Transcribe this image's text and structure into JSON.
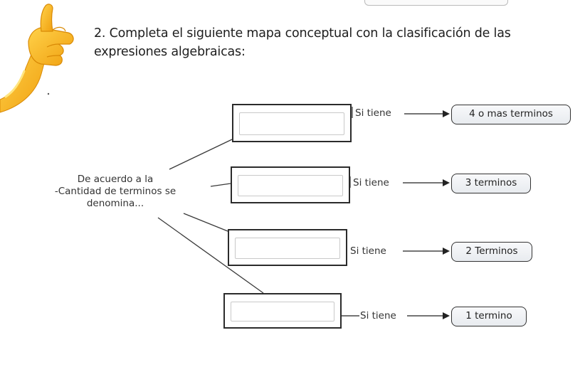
{
  "question": {
    "text": "2. Completa el siguiente mapa conceptual con la clasificación de las expresiones algebraicas:"
  },
  "concept_map": {
    "central_label": {
      "line1": "De acuerdo a la",
      "line2": "-Cantidad de terminos se",
      "line3": "denomina..."
    },
    "branches": [
      {
        "connector": "Si tiene",
        "result": "4 o mas terminos"
      },
      {
        "connector": "Si tiene",
        "result": "3 terminos"
      },
      {
        "connector": "Si tiene",
        "result": "2 Terminos"
      },
      {
        "connector": "Si tiene",
        "result": "1 termino"
      }
    ]
  },
  "colors": {
    "hand": "#f6b81e",
    "hand_shade": "#e0930a",
    "line": "#3a3a3a",
    "pill_fill": "#eef0f3"
  }
}
